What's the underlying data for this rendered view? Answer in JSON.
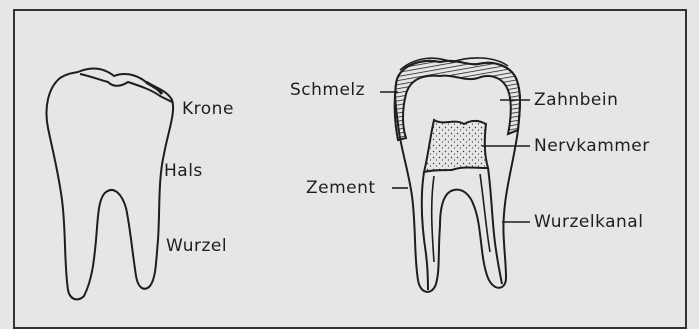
{
  "left_tooth": {
    "labels": {
      "crown": "Krone",
      "neck": "Hals",
      "root": "Wurzel"
    }
  },
  "right_tooth": {
    "labels": {
      "enamel": "Schmelz",
      "dentin": "Zahnbein",
      "pulp_chamber": "Nervkammer",
      "cementum": "Zement",
      "root_canal": "Wurzelkanal"
    }
  },
  "colors": {
    "paper": "#e6e6e4",
    "ink": "#1e1e1e",
    "frame": "#333333"
  }
}
